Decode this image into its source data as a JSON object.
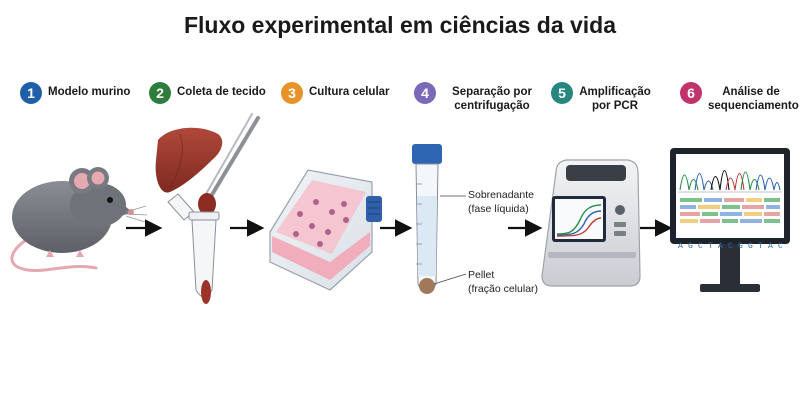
{
  "title": "Fluxo experimental em ciências da vida",
  "steps": [
    {
      "number": "1",
      "label": "Modelo murino",
      "color": "#1f5fa8"
    },
    {
      "number": "2",
      "label": "Coleta de tecido",
      "color": "#2e7d3c"
    },
    {
      "number": "3",
      "label": "Cultura celular",
      "color": "#e8922a"
    },
    {
      "number": "4",
      "label": "Separação por centrifugação",
      "color": "#7b68b8"
    },
    {
      "number": "5",
      "label": "Amplificação por PCR",
      "color": "#27867f"
    },
    {
      "number": "6",
      "label": "Análise de sequenciamento",
      "color": "#c2336b"
    }
  ],
  "tube_labels": {
    "supernatant": "Sobrenadante",
    "supernatant_note": "(fase líquida)",
    "pellet": "Pellet",
    "pellet_note": "(fração celular)"
  },
  "sequence": "A G C T A C G G T A C T G C A G T",
  "icons": [
    "mouse-icon",
    "liver-icon",
    "forceps-icon",
    "microtube-icon",
    "culture-flask-icon",
    "centrifuge-tube-icon",
    "thermocycler-icon",
    "monitor-icon",
    "arrow-icon"
  ]
}
